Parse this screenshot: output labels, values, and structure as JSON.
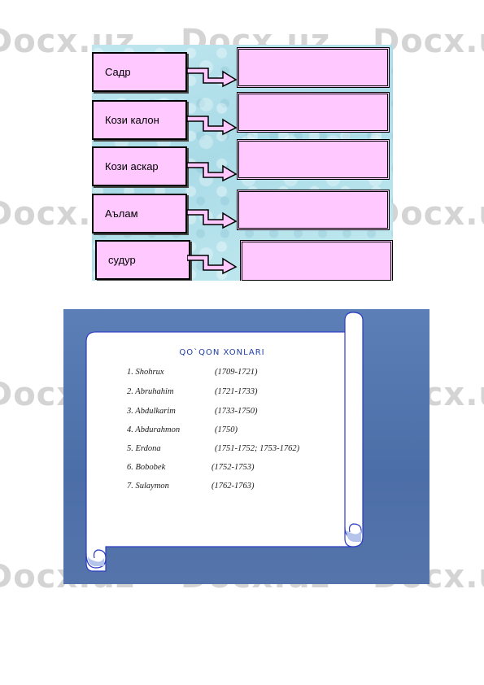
{
  "watermark": "Docx.uz",
  "diagram": {
    "rows": [
      {
        "label": "Садр"
      },
      {
        "label": "Кози калон"
      },
      {
        "label": "Кози  аскар"
      },
      {
        "label": "Аълам"
      },
      {
        "label": "судур"
      }
    ]
  },
  "khans": {
    "title": "QO`QON  XONLARI",
    "items": [
      {
        "name": "1. Shohrux",
        "years": "(1709-1721)"
      },
      {
        "name": "2. Abruhahim",
        "years": "(1721-1733)"
      },
      {
        "name": "3. Abdulkarim",
        "years": "(1733-1750)"
      },
      {
        "name": "4. Abdurahmon",
        "years": "(1750)"
      },
      {
        "name": "5. Erdona",
        "years": "(1751-1752; 1753-1762)"
      },
      {
        "name": "6. Bobobek",
        "years": "(1752-1753)"
      },
      {
        "name": "7. Sulaymon",
        "years": "(1762-1763)"
      }
    ]
  }
}
